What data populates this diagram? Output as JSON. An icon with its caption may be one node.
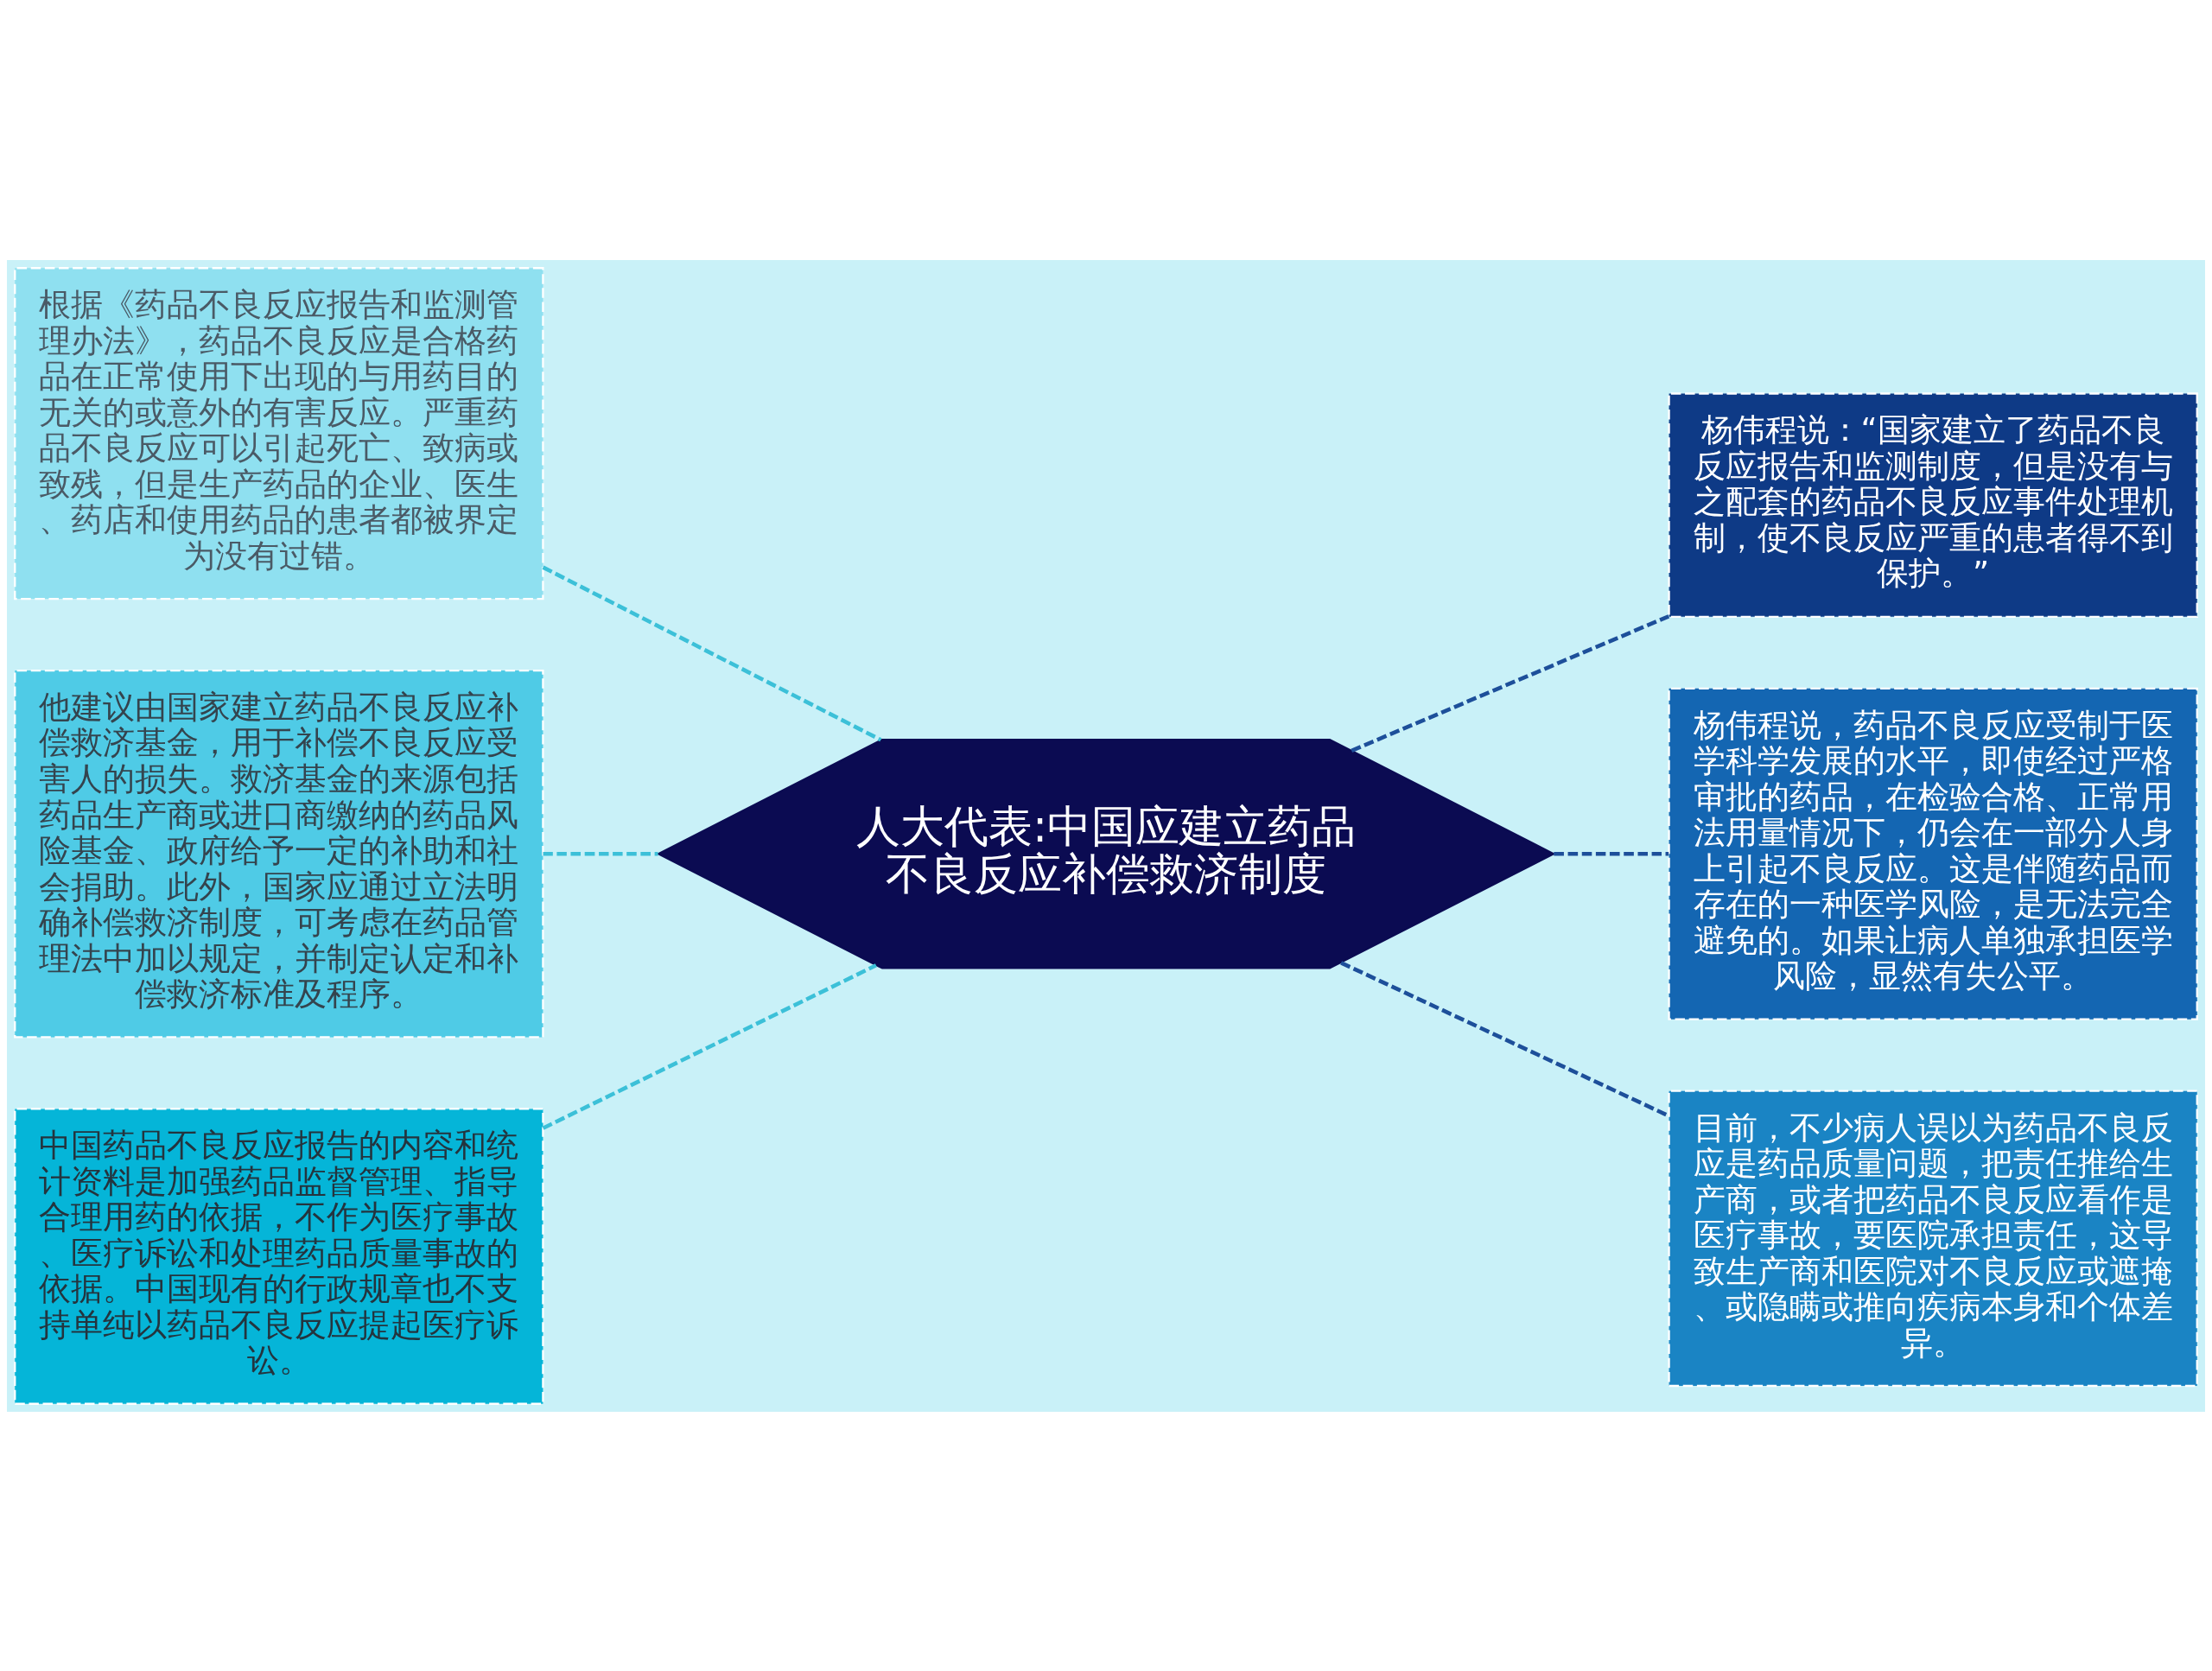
{
  "diagram": {
    "nodes": [
      {
        "text": [
          "人大代表:中国应建立药品不良反应补偿救济制度"
        ]
      },
      {
        "text": [
          "根据《药品不良反应报告和监测管理办法》，药品不良反应是合格药品在正常使用下出现的与用药目的无关的或意外的有害反应。严重药品不良反应可以引起死亡、致病或致残，但是生产药品的企业、医生、药店和使用药品的患者都被界定为没有过错。"
        ]
      },
      {
        "text": [
          "他建议由国家建立药品不良反应补偿救济基金，用于补偿不良反应受害人的损失。救济基金的来源包括药品生产商或进口商缴纳的药品风险基金、政府给予一定的补助和社会捐助。此外，国家应通过立法明确补偿救济制度，可考虑在药品管理法中加以规定，并制定认定和补偿救济标准及程序。"
        ]
      },
      {
        "text": [
          "中国药品不良反应报告的内容和统计资料是加强药品监督管理、指导合理用药的依据，不作为医疗事故、医疗诉讼和处理药品质量事故的依据。中国现有的行政规章也不支持单纯以药品不良反应提起医疗诉讼。"
        ]
      },
      {
        "text": [
          "杨伟程说：“国家建立了药品不良反应报告和监测制度，但是没有与之配套的药品不良反应事件处理机制，使不良反应严重的患者得不到保护。”"
        ]
      },
      {
        "text": [
          "杨伟程说，药品不良反应受制于医学科学发展的水平，即使经过严格审批的药品，在检验合格、正常用法用量情况下，仍会在一部分人身上引起不良反应。这是伴随药品而存在的一种医学风险，是无法完全避免的。如果让病人单独承担医学风险，显然有失公平。"
        ]
      },
      {
        "text": [
          "目前，不少病人误以为药品不良反应是药品质量问题，把责任推给生产商，或者把药品不良反应看作是医疗事故，要医院承担责任，这导致生产商和医院对不良反应或遮掩、或隐瞒或推向疾病本身和个体差异。"
        ]
      }
    ],
    "edges": [
      {
        "from": 0,
        "to": 1,
        "arrow": "none",
        "style": "dashed",
        "color": "#3cc0d8"
      },
      {
        "from": 0,
        "to": 2,
        "arrow": "none",
        "style": "dashed",
        "color": "#3cc0d8"
      },
      {
        "from": 0,
        "to": 3,
        "arrow": "none",
        "style": "dashed",
        "color": "#3cc0d8"
      },
      {
        "from": 0,
        "to": 4,
        "arrow": "none",
        "style": "dashed",
        "color": "#1d4f9a"
      },
      {
        "from": 0,
        "to": 5,
        "arrow": "none",
        "style": "dashed",
        "color": "#1d4f9a"
      },
      {
        "from": 0,
        "to": 6,
        "arrow": "none",
        "style": "dashed",
        "color": "#1d4f9a"
      }
    ]
  }
}
